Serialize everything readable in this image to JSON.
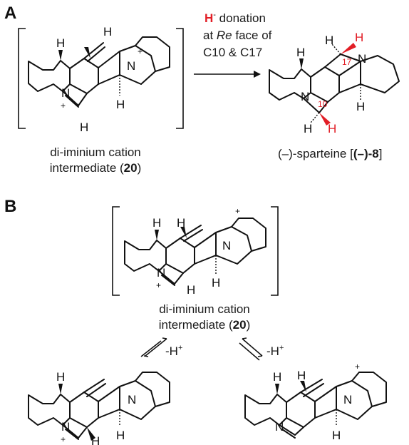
{
  "panels": {
    "a": "A",
    "b": "B"
  },
  "panel_a": {
    "reaction_line1_prefix": "H",
    "reaction_line1_sup": "-",
    "reaction_line1_rest": " donation",
    "reaction_line2_a": "at ",
    "reaction_line2_em": "Re",
    "reaction_line2_b": " face of",
    "reaction_line3": "C10 & C17",
    "reactant_caption_1": "di-iminium cation",
    "reactant_caption_2a": "intermediate (",
    "reactant_caption_2b": "20",
    "reactant_caption_2c": ")",
    "product_caption_a": "(–)-sparteine [",
    "product_caption_b": "(–)-8",
    "product_caption_c": "]",
    "locant_17": "17",
    "locant_10": "10"
  },
  "panel_b": {
    "caption_1": "di-iminium cation",
    "caption_2a": "intermediate (",
    "caption_2b": "20",
    "caption_2c": ")",
    "left_label": "-H",
    "right_label": "-H",
    "plus": "+"
  },
  "atoms": {
    "H": "H",
    "N": "N",
    "plus": "+"
  },
  "colors": {
    "accent_red": "#e21e26",
    "ink": "#111111"
  }
}
